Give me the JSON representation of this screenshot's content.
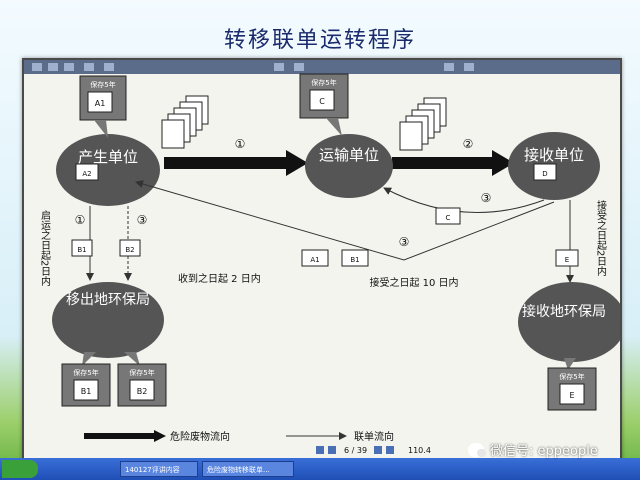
{
  "title": "转移联单运转程序",
  "nodes": {
    "producer": "产生单位",
    "transporter": "运输单位",
    "receiver": "接收单位",
    "origin_bureau": "移出地环保局",
    "dest_bureau": "接收地环保局"
  },
  "labels": {
    "keep5_a": "保存5年",
    "keep5_b": "保存5年",
    "keep5_c": "保存5年",
    "keep5_d": "保存5年",
    "keep5_e": "保存5年",
    "circle1_a": "①",
    "circle2": "②",
    "circle1_b": "①",
    "circle3_a": "③",
    "circle3_b": "③",
    "circle3_c": "③",
    "two_days_left": "启运之日起2日内",
    "two_days_right": "接受之日起2日内",
    "within_2_days": "收到之日起 2 日内",
    "within_10_days": "接受之日起 10 日内",
    "doc_a1": "A1",
    "doc_a2": "A2",
    "doc_c": "C",
    "doc_d": "D",
    "doc_b1": "B1",
    "doc_b2": "B2",
    "doc_e": "E",
    "doc_b1_keep": "B1",
    "doc_b2_keep": "B2",
    "doc_e_keep": "E"
  },
  "legend": {
    "waste_flow": "危险废物流向",
    "form_flow": "联单流向"
  },
  "viewer": {
    "page": "6 / 39",
    "zoom": "110.4"
  },
  "taskbar": {
    "task1": "140127评讲内容",
    "task2": "危险废物转移联单..."
  },
  "watermark": "微信号: eppeople"
}
